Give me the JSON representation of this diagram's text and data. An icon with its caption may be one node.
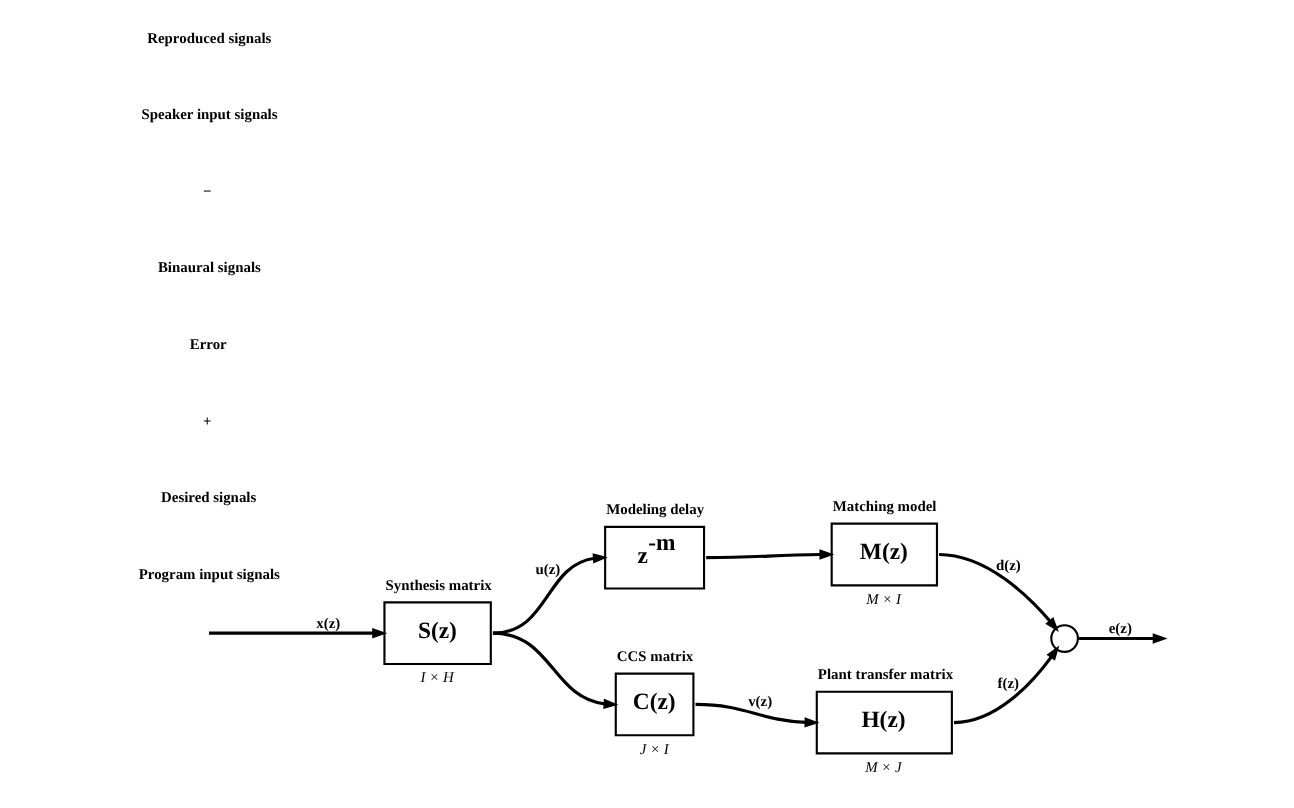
{
  "diagram": {
    "nodes": [
      {
        "text": [
          "Synthesis matrix",
          "S(z)"
        ],
        "beside": [
          "I × H"
        ]
      },
      {
        "text": [
          "Modeling delay",
          "z$^{-m}$"
        ]
      },
      {
        "text": [
          "Matching model",
          "M(z)"
        ],
        "beside": [
          "M × I"
        ]
      },
      {
        "text": [
          "CCS matrix",
          "C(z)"
        ],
        "beside": [
          "J × I"
        ]
      },
      {
        "text": [
          "Plant transfer matrix",
          "H(z)"
        ],
        "beside": [
          "M × J"
        ]
      },
      {
        "text": [],
        "shape": "circle"
      }
    ],
    "edges": [
      {
        "from": null,
        "to": 0,
        "arrow": "to",
        "label": "x(z)"
      },
      {
        "from": 0,
        "to": 1,
        "arrow": "to",
        "label": "u(z)"
      },
      {
        "from": 0,
        "to": 3,
        "arrow": "to"
      },
      {
        "from": 1,
        "to": 2,
        "arrow": "to"
      },
      {
        "from": 3,
        "to": 4,
        "arrow": "to",
        "label": "v(z)"
      },
      {
        "from": 2,
        "to": 5,
        "arrow": "to",
        "label": "d(z)"
      },
      {
        "from": 4,
        "to": 5,
        "arrow": "to",
        "label": "f(z)"
      },
      {
        "from": 5,
        "to": null,
        "arrow": "to",
        "label": "e(z)"
      }
    ],
    "labels": [
      "Program input signals",
      "Desired signals",
      "+",
      "Error",
      "Binaural signals",
      "−",
      "Speaker input signals",
      "Reproduced signals"
    ]
  }
}
